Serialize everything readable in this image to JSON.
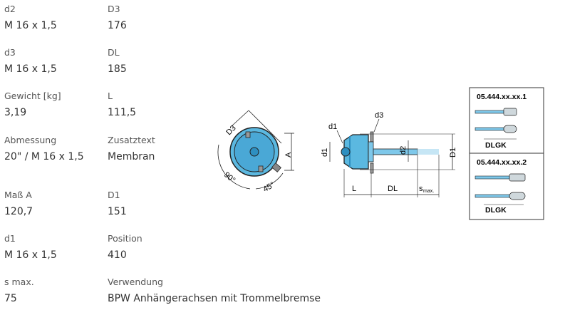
{
  "specs": {
    "d2": {
      "label": "d2",
      "value": "M 16 x 1,5"
    },
    "d3b": {
      "label": "D3",
      "value": "176"
    },
    "d3": {
      "label": "d3",
      "value": "M 16 x 1,5"
    },
    "dl": {
      "label": "DL",
      "value": "185"
    },
    "gew": {
      "label": "Gewicht [kg]",
      "value": "3,19"
    },
    "l": {
      "label": "L",
      "value": "111,5"
    },
    "abm": {
      "label": "Abmessung",
      "value": "20\" / M 16 x 1,5"
    },
    "zus": {
      "label": "Zusatztext",
      "value": "Membran"
    },
    "masa": {
      "label": "Maß A",
      "value": "120,7"
    },
    "d1b": {
      "label": "D1",
      "value": "151"
    },
    "d1": {
      "label": "d1",
      "value": "M 16 x 1,5"
    },
    "pos": {
      "label": "Position",
      "value": "410"
    },
    "smax": {
      "label": "s max.",
      "value": "75"
    },
    "verw": {
      "label": "Verwendung",
      "value": "BPW Anhängerachsen mit Trommelbremse"
    }
  },
  "drawing": {
    "front": {
      "d3": "D3",
      "a": "A",
      "angle90": "90°",
      "angle45": "45°"
    },
    "side": {
      "d1": "d1",
      "d3": "d3",
      "d1_left": "d1",
      "d2": "d2",
      "D1": "D1",
      "L": "L",
      "DL": "DL",
      "s": "s",
      "s_sub": "max."
    },
    "box": {
      "part1": "05.444.xx.xx.1",
      "dlgk1": "DLGK",
      "part2": "05.444.xx.xx.2",
      "dlgk2": "DLGK"
    },
    "colors": {
      "body": "#5bb8e0",
      "body_dark": "#2e8fc0",
      "line": "#222222",
      "rod": "#9cd4ee"
    }
  }
}
